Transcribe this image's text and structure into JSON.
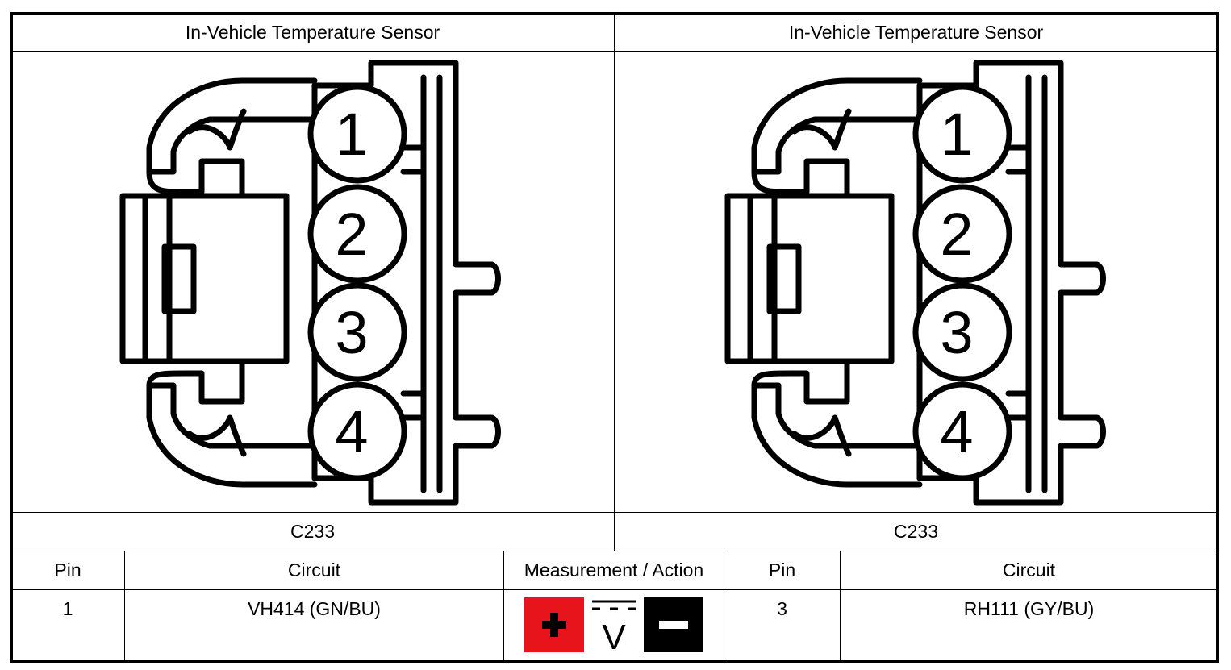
{
  "left_panel": {
    "title": "In-Vehicle Temperature Sensor",
    "connector_id": "C233",
    "pin_labels": [
      "1",
      "2",
      "3",
      "4"
    ]
  },
  "right_panel": {
    "title": "In-Vehicle Temperature Sensor",
    "connector_id": "C233",
    "pin_labels": [
      "1",
      "2",
      "3",
      "4"
    ]
  },
  "table": {
    "headers": {
      "pin_left": "Pin",
      "circuit_left": "Circuit",
      "measurement": "Measurement / Action",
      "pin_right": "Pin",
      "circuit_right": "Circuit"
    },
    "row": {
      "pin_left": "1",
      "circuit_left": "VH414 (GN/BU)",
      "pin_right": "3",
      "circuit_right": "RH111 (GY/BU)"
    }
  },
  "measurement_icons": {
    "positive": "plus-probe-icon",
    "meter": "dc-voltage-icon",
    "negative": "minus-probe-icon",
    "meter_symbol": "V",
    "colors": {
      "positive": "#e8141c",
      "negative": "#000000"
    }
  }
}
